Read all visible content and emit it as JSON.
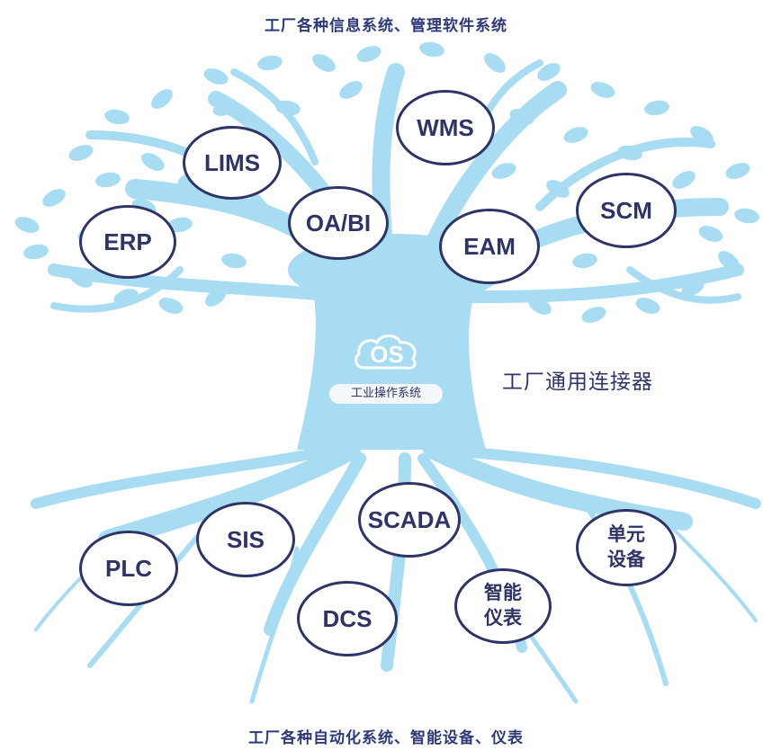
{
  "top_caption": "工厂各种信息系统、管理软件系统",
  "bottom_caption": "工厂各种自动化系统、智能设备、仪表",
  "connector_label": "工厂通用连接器",
  "os": {
    "logo_text": "OS",
    "subtitle": "工业操作系统"
  },
  "colors": {
    "tree": "#a7dcf2",
    "outline": "#2e3466",
    "text": "#2e3466"
  },
  "upper_nodes": [
    {
      "id": "erp",
      "label": "ERP"
    },
    {
      "id": "lims",
      "label": "LIMS"
    },
    {
      "id": "oabi",
      "label": "OA/BI"
    },
    {
      "id": "wms",
      "label": "WMS"
    },
    {
      "id": "eam",
      "label": "EAM"
    },
    {
      "id": "scm",
      "label": "SCM"
    }
  ],
  "lower_nodes": [
    {
      "id": "plc",
      "label": "PLC"
    },
    {
      "id": "sis",
      "label": "SIS"
    },
    {
      "id": "scada",
      "label": "SCADA"
    },
    {
      "id": "dcs",
      "label": "DCS"
    },
    {
      "id": "instrument",
      "label": "智能\n仪表"
    },
    {
      "id": "unit-equipment",
      "label": "单元\n设备"
    }
  ]
}
